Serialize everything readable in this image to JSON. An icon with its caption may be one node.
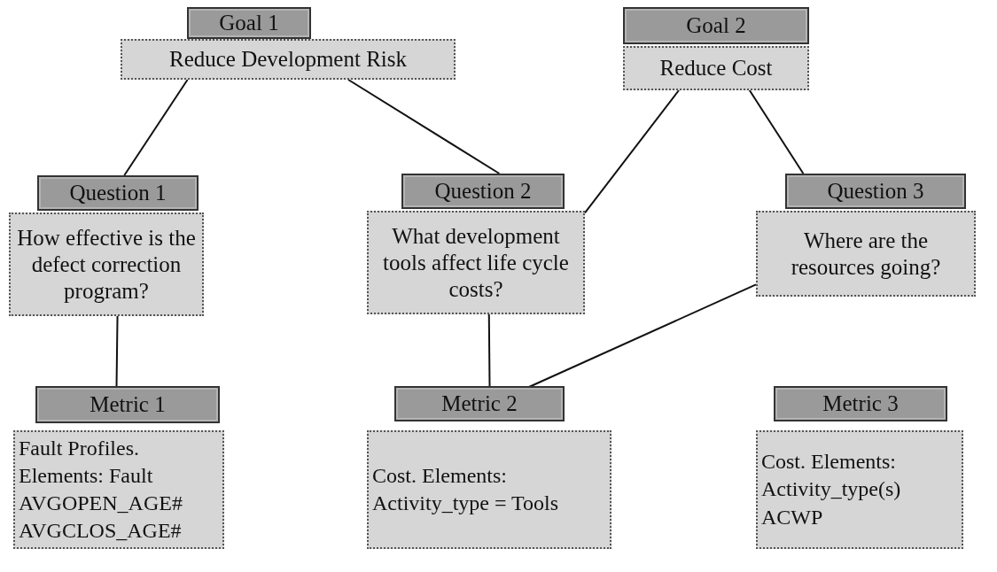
{
  "diagram": {
    "nodes": [
      {
        "text": [
          "Goal 1"
        ]
      },
      {
        "text": [
          "Reduce Development Risk"
        ]
      },
      {
        "text": [
          "Goal 2"
        ]
      },
      {
        "text": [
          "Reduce Cost"
        ]
      },
      {
        "text": [
          "Question 1"
        ]
      },
      {
        "text": [
          "How effective is the defect correction program?"
        ]
      },
      {
        "text": [
          "Question 2"
        ]
      },
      {
        "text": [
          "What development tools affect life cycle costs?"
        ]
      },
      {
        "text": [
          "Question 3"
        ]
      },
      {
        "text": [
          "Where are the resources going?"
        ]
      },
      {
        "text": [
          "Metric 1"
        ]
      },
      {
        "text": [
          "Fault Profiles. Elements: Fault AVGOPEN_AGE# AVGCLOS_AGE#"
        ]
      },
      {
        "text": [
          "Metric 2"
        ]
      },
      {
        "text": [
          "Cost. Elements: Activity_type = Tools"
        ]
      },
      {
        "text": [
          "Metric 3"
        ]
      },
      {
        "text": [
          "Cost. Elements: Activity_type(s) ACWP"
        ]
      }
    ],
    "edges": [
      {
        "from": 1,
        "to": 4,
        "arrow": "none"
      },
      {
        "from": 1,
        "to": 6,
        "arrow": "none"
      },
      {
        "from": 3,
        "to": 7,
        "arrow": "none"
      },
      {
        "from": 3,
        "to": 8,
        "arrow": "none"
      },
      {
        "from": 5,
        "to": 10,
        "arrow": "none"
      },
      {
        "from": 7,
        "to": 12,
        "arrow": "none"
      },
      {
        "from": 9,
        "to": 12,
        "arrow": "none"
      }
    ]
  }
}
